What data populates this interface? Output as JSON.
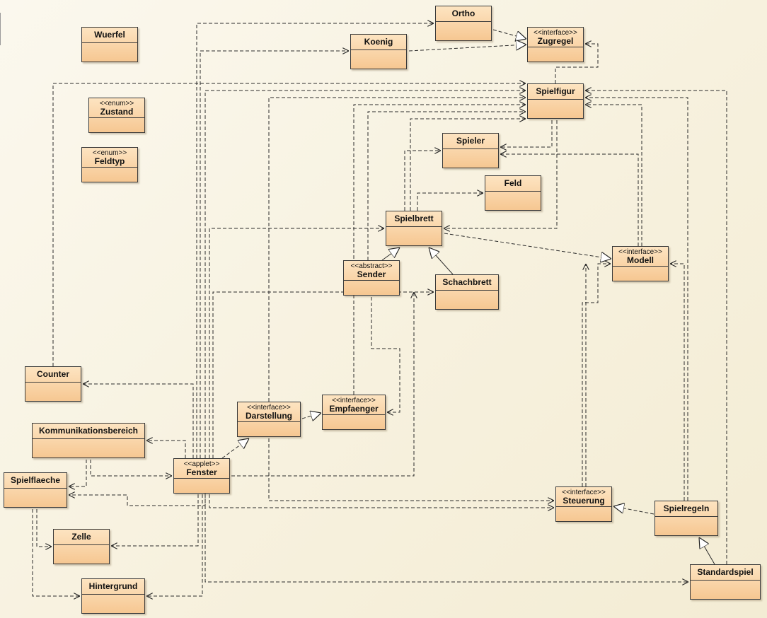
{
  "diagram": {
    "classes": [
      {
        "id": "wuerfel",
        "name": "Wuerfel",
        "stereotype": ""
      },
      {
        "id": "ortho",
        "name": "Ortho",
        "stereotype": ""
      },
      {
        "id": "koenig",
        "name": "Koenig",
        "stereotype": ""
      },
      {
        "id": "zugregel",
        "name": "Zugregel",
        "stereotype": "<<interface>>"
      },
      {
        "id": "zustand",
        "name": "Zustand",
        "stereotype": "<<enum>>"
      },
      {
        "id": "spielfigur",
        "name": "Spielfigur",
        "stereotype": ""
      },
      {
        "id": "feldtyp",
        "name": "Feldtyp",
        "stereotype": "<<enum>>"
      },
      {
        "id": "spieler",
        "name": "Spieler",
        "stereotype": ""
      },
      {
        "id": "feld",
        "name": "Feld",
        "stereotype": ""
      },
      {
        "id": "spielbrett",
        "name": "Spielbrett",
        "stereotype": ""
      },
      {
        "id": "modell",
        "name": "Modell",
        "stereotype": "<<interface>>"
      },
      {
        "id": "sender",
        "name": "Sender",
        "stereotype": "<<abstract>>"
      },
      {
        "id": "schachbrett",
        "name": "Schachbrett",
        "stereotype": ""
      },
      {
        "id": "counter",
        "name": "Counter",
        "stereotype": ""
      },
      {
        "id": "darstellung",
        "name": "Darstellung",
        "stereotype": "<<interface>>"
      },
      {
        "id": "empfaenger",
        "name": "Empfaenger",
        "stereotype": "<<interface>>"
      },
      {
        "id": "kommunikationsbereich",
        "name": "Kommunikationsbereich",
        "stereotype": ""
      },
      {
        "id": "fenster",
        "name": "Fenster",
        "stereotype": "<<applet>>"
      },
      {
        "id": "spielflaeche",
        "name": "Spielflaeche",
        "stereotype": ""
      },
      {
        "id": "steuerung",
        "name": "Steuerung",
        "stereotype": "<<interface>>"
      },
      {
        "id": "spielregeln",
        "name": "Spielregeln",
        "stereotype": ""
      },
      {
        "id": "zelle",
        "name": "Zelle",
        "stereotype": ""
      },
      {
        "id": "hintergrund",
        "name": "Hintergrund",
        "stereotype": ""
      },
      {
        "id": "standardspiel",
        "name": "Standardspiel",
        "stereotype": ""
      }
    ],
    "relations": [
      {
        "from": "ortho",
        "to": "zugregel",
        "type": "realization"
      },
      {
        "from": "koenig",
        "to": "zugregel",
        "type": "realization"
      },
      {
        "from": "schachbrett",
        "to": "spielbrett",
        "type": "generalization"
      },
      {
        "from": "sender",
        "to": "spielbrett",
        "type": "generalization"
      },
      {
        "from": "spielbrett",
        "to": "modell",
        "type": "realization"
      },
      {
        "from": "darstellung",
        "to": "empfaenger",
        "type": "realization"
      },
      {
        "from": "fenster",
        "to": "darstellung",
        "type": "realization"
      },
      {
        "from": "spielregeln",
        "to": "steuerung",
        "type": "realization"
      },
      {
        "from": "standardspiel",
        "to": "spielregeln",
        "type": "generalization"
      },
      {
        "from": "fenster",
        "to": "ortho",
        "type": "dependency"
      },
      {
        "from": "fenster",
        "to": "koenig",
        "type": "dependency"
      },
      {
        "from": "fenster",
        "to": "spielfigur",
        "type": "dependency"
      },
      {
        "from": "fenster",
        "to": "spielbrett",
        "type": "dependency"
      },
      {
        "from": "fenster",
        "to": "schachbrett",
        "type": "dependency"
      },
      {
        "from": "fenster",
        "to": "counter",
        "type": "dependency"
      },
      {
        "from": "fenster",
        "to": "kommunikationsbereich",
        "type": "dependency"
      },
      {
        "from": "fenster",
        "to": "spielflaeche",
        "type": "dependency"
      },
      {
        "from": "fenster",
        "to": "zelle",
        "type": "dependency"
      },
      {
        "from": "fenster",
        "to": "hintergrund",
        "type": "dependency"
      },
      {
        "from": "fenster",
        "to": "steuerung",
        "type": "dependency"
      },
      {
        "from": "fenster",
        "to": "standardspiel",
        "type": "dependency"
      },
      {
        "from": "fenster",
        "to": "empfaenger",
        "type": "dependency"
      },
      {
        "from": "kommunikationsbereich",
        "to": "fenster",
        "type": "dependency"
      },
      {
        "from": "kommunikationsbereich",
        "to": "spielflaeche",
        "type": "dependency"
      },
      {
        "from": "spielflaeche",
        "to": "zelle",
        "type": "dependency"
      },
      {
        "from": "spielflaeche",
        "to": "hintergrund",
        "type": "dependency"
      },
      {
        "from": "counter",
        "to": "spielfigur",
        "type": "dependency"
      },
      {
        "from": "spielfigur",
        "to": "zugregel",
        "type": "dependency"
      },
      {
        "from": "spielfigur",
        "to": "spieler",
        "type": "dependency"
      },
      {
        "from": "spielfigur",
        "to": "spielbrett",
        "type": "dependency"
      },
      {
        "from": "spielbrett",
        "to": "spieler",
        "type": "dependency"
      },
      {
        "from": "spielbrett",
        "to": "feld",
        "type": "dependency"
      },
      {
        "from": "spielbrett",
        "to": "spielfigur",
        "type": "dependency"
      },
      {
        "from": "sender",
        "to": "spielfigur",
        "type": "dependency"
      },
      {
        "from": "sender",
        "to": "empfaenger",
        "type": "dependency"
      },
      {
        "from": "empfaenger",
        "to": "spielfigur",
        "type": "dependency"
      },
      {
        "from": "darstellung",
        "to": "spielfigur",
        "type": "dependency"
      },
      {
        "from": "darstellung",
        "to": "steuerung",
        "type": "dependency"
      },
      {
        "from": "modell",
        "to": "spielfigur",
        "type": "dependency"
      },
      {
        "from": "modell",
        "to": "spieler",
        "type": "dependency"
      },
      {
        "from": "steuerung",
        "to": "modell",
        "type": "dependency"
      },
      {
        "from": "steuerung",
        "to": "spielfigur",
        "type": "dependency"
      },
      {
        "from": "spielregeln",
        "to": "modell",
        "type": "dependency"
      },
      {
        "from": "spielregeln",
        "to": "spielfigur",
        "type": "dependency"
      },
      {
        "from": "standardspiel",
        "to": "spielfigur",
        "type": "dependency"
      }
    ]
  }
}
